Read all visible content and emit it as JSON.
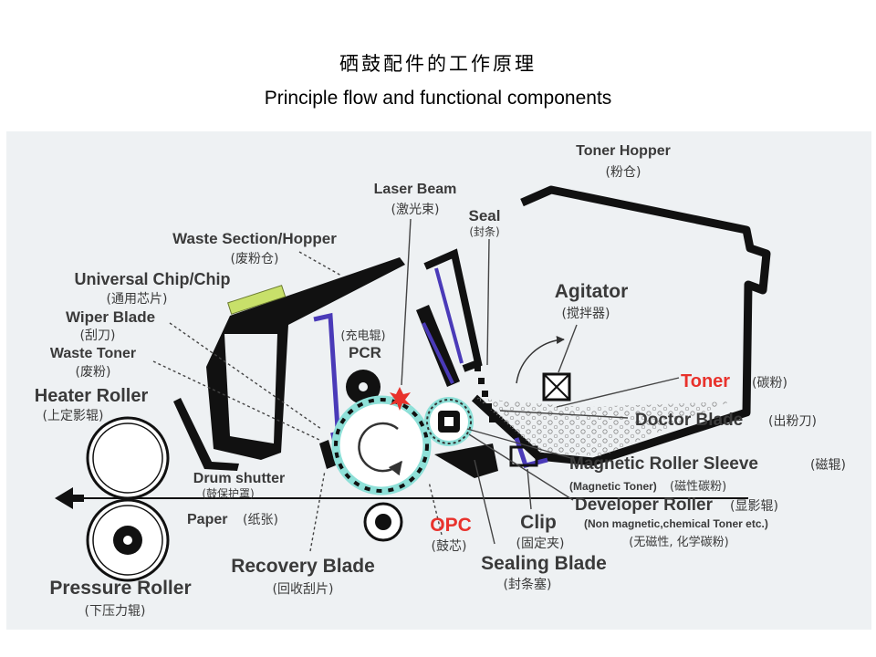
{
  "title_cn": "硒鼓配件的工作原理",
  "title_en": "Principle flow and functional components",
  "colors": {
    "background": "#ffffff",
    "panel": "#eef1f3",
    "housing": "#111111",
    "blade": "#4a3ab8",
    "opc_ring": "#8ee0d8",
    "chip": "#c8e06a",
    "accent_red": "#e8322c",
    "label": "#3a3a3a"
  },
  "labels": {
    "toner_hopper": {
      "en": "Toner Hopper",
      "cn": "(粉仓)"
    },
    "laser_beam": {
      "en": "Laser Beam",
      "cn": "(激光束)"
    },
    "seal": {
      "en": "Seal",
      "cn": "(封条)"
    },
    "waste_section": {
      "en": "Waste Section/Hopper",
      "cn": "(废粉仓)"
    },
    "universal_chip": {
      "en": "Universal Chip/Chip",
      "cn": "(通用芯片)"
    },
    "wiper_blade": {
      "en": "Wiper Blade",
      "cn": "(刮刀)"
    },
    "waste_toner": {
      "en": "Waste  Toner",
      "cn": "(废粉)"
    },
    "heater_roller": {
      "en": "Heater  Roller",
      "cn": "(上定影辊)"
    },
    "agitator": {
      "en": "Agitator",
      "cn": "(搅拌器)"
    },
    "pcr": {
      "en": "PCR",
      "cn": "(充电辊)"
    },
    "toner": {
      "en": "Toner",
      "cn": "(碳粉)"
    },
    "doctor_blade": {
      "en": "Doctor Blade",
      "cn": "(出粉刀)"
    },
    "magnetic_roller_sleeve": {
      "en": "Magnetic Roller Sleeve",
      "cn": "(磁辊)",
      "note": "(Magnetic Toner)",
      "note_cn": "(磁性碳粉)"
    },
    "drum_shutter": {
      "en": "Drum shutter",
      "cn": "(鼓保护罩)"
    },
    "developer_roller": {
      "en": "Developer Roller",
      "cn": "(显影辊)",
      "note": "(Non magnetic,chemical Toner etc.)",
      "note_cn": "(无磁性, 化学碳粉)"
    },
    "paper": {
      "en": "Paper",
      "cn": "(纸张)"
    },
    "opc": {
      "en": "OPC",
      "cn": "(鼓芯)"
    },
    "clip": {
      "en": "Clip",
      "cn": "(固定夹)"
    },
    "recovery_blade": {
      "en": "Recovery Blade",
      "cn": "(回收刮片)"
    },
    "sealing_blade": {
      "en": "Sealing Blade",
      "cn": "(封条塞)"
    },
    "pressure_roller": {
      "en": "Pressure Roller",
      "cn": "(下压力辊)"
    }
  }
}
